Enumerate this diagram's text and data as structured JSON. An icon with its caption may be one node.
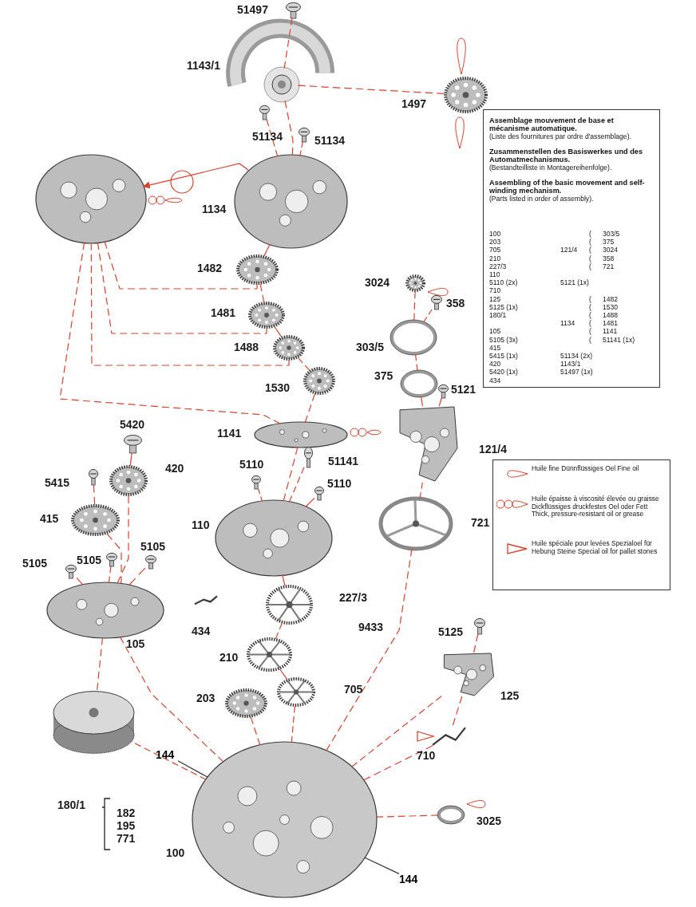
{
  "diagram": {
    "nodes": [
      {
        "text": [],
        "shape": "picture",
        "beside": [
          "51497"
        ]
      },
      {
        "text": [],
        "shape": "picture",
        "beside": [
          "1143/1"
        ]
      },
      {
        "text": [],
        "shape": "picture",
        "beside": [
          "1497"
        ]
      },
      {
        "text": [],
        "shape": "picture",
        "beside": [
          "51134"
        ]
      },
      {
        "text": [],
        "shape": "picture",
        "beside": [
          "51134"
        ]
      },
      {
        "text": [],
        "shape": "picture"
      },
      {
        "text": [],
        "shape": "picture",
        "beside": [
          "1134"
        ]
      },
      {
        "text": [],
        "shape": "picture",
        "beside": [
          "1482"
        ]
      },
      {
        "text": [],
        "shape": "picture",
        "beside": [
          "1481"
        ]
      },
      {
        "text": [],
        "shape": "picture",
        "beside": [
          "1488"
        ]
      },
      {
        "text": [],
        "shape": "picture",
        "beside": [
          "1530"
        ]
      },
      {
        "text": [],
        "shape": "picture",
        "beside": [
          "1141"
        ]
      },
      {
        "text": [],
        "shape": "picture",
        "beside": [
          "51141"
        ]
      },
      {
        "text": [],
        "shape": "picture",
        "beside": [
          "3024"
        ]
      },
      {
        "text": [],
        "shape": "picture",
        "beside": [
          "358"
        ]
      },
      {
        "text": [],
        "shape": "picture",
        "beside": [
          "303/5"
        ]
      },
      {
        "text": [],
        "shape": "picture",
        "beside": [
          "375"
        ]
      },
      {
        "text": [],
        "shape": "picture",
        "beside": [
          "5121"
        ]
      },
      {
        "text": [],
        "shape": "picture",
        "beside": [
          "121/4"
        ]
      },
      {
        "text": [],
        "shape": "picture",
        "beside": [
          "5420"
        ]
      },
      {
        "text": [],
        "shape": "picture",
        "beside": [
          "420"
        ]
      },
      {
        "text": [],
        "shape": "picture",
        "beside": [
          "5415"
        ]
      },
      {
        "text": [],
        "shape": "picture",
        "beside": [
          "415"
        ]
      },
      {
        "text": [],
        "shape": "picture",
        "beside": [
          "5110"
        ]
      },
      {
        "text": [],
        "shape": "picture",
        "beside": [
          "5110"
        ]
      },
      {
        "text": [],
        "shape": "picture",
        "beside": [
          "110"
        ]
      },
      {
        "text": [],
        "shape": "picture",
        "beside": [
          "5105"
        ]
      },
      {
        "text": [],
        "shape": "picture",
        "beside": [
          "5105"
        ]
      },
      {
        "text": [],
        "shape": "picture",
        "beside": [
          "5105"
        ]
      },
      {
        "text": [],
        "shape": "picture",
        "beside": [
          "105"
        ]
      },
      {
        "text": [],
        "shape": "picture",
        "beside": [
          "434"
        ]
      },
      {
        "text": [],
        "shape": "picture",
        "beside": [
          "227/3"
        ]
      },
      {
        "text": [],
        "shape": "picture",
        "beside": [
          "210"
        ]
      },
      {
        "text": [],
        "shape": "picture",
        "beside": [
          "203"
        ]
      },
      {
        "text": [],
        "shape": "picture",
        "beside": [
          "705"
        ]
      },
      {
        "text": [],
        "shape": "picture",
        "beside": [
          "721"
        ]
      },
      {
        "text": [],
        "shape": "picture"
      },
      {
        "text": [],
        "shape": "picture",
        "beside": [
          "5125"
        ]
      },
      {
        "text": [],
        "shape": "picture",
        "beside": [
          "125"
        ]
      },
      {
        "text": [],
        "shape": "picture",
        "beside": [
          "710"
        ]
      },
      {
        "text": [],
        "shape": "picture",
        "beside": [
          "100"
        ]
      },
      {
        "text": [],
        "shape": "picture",
        "beside": [
          "3025"
        ]
      },
      {
        "text": [
          "144"
        ]
      },
      {
        "text": [
          "144"
        ]
      },
      {
        "text": [
          "Assemblage mouvement de base et mécanisme automatique.",
          "(Liste des fournitures par ordre d'assemblage).",
          "Zusammenstellen des Basiswerkes und des Automatmechanismus.",
          "(Bestandteilliste in Montagereihenfolge).",
          "Assembling of the basic movement and self-winding mechanism.",
          "(Parts listed in order of assembly)."
        ]
      }
    ],
    "edges": [
      {
        "from": 0,
        "to": 1,
        "arrow": "none",
        "style": "dashed"
      },
      {
        "from": 1,
        "to": 6,
        "arrow": "none",
        "style": "dashed"
      },
      {
        "from": 1,
        "to": 2,
        "arrow": "none",
        "style": "dashed"
      },
      {
        "from": 3,
        "to": 6,
        "arrow": "none",
        "style": "dashed"
      },
      {
        "from": 4,
        "to": 6,
        "arrow": "none",
        "style": "dashed"
      },
      {
        "from": 6,
        "to": 5,
        "arrow": "to"
      },
      {
        "from": 5,
        "to": 7,
        "arrow": "none",
        "style": "dashed"
      },
      {
        "from": 5,
        "to": 8,
        "arrow": "none",
        "style": "dashed"
      },
      {
        "from": 5,
        "to": 9,
        "arrow": "none",
        "style": "dashed"
      },
      {
        "from": 5,
        "to": 11,
        "arrow": "none",
        "style": "dashed"
      },
      {
        "from": 6,
        "to": 7,
        "arrow": "none",
        "style": "dashed"
      },
      {
        "from": 7,
        "to": 8,
        "arrow": "none",
        "style": "dashed"
      },
      {
        "from": 8,
        "to": 9,
        "arrow": "none",
        "style": "dashed"
      },
      {
        "from": 9,
        "to": 10,
        "arrow": "none",
        "style": "dashed"
      },
      {
        "from": 10,
        "to": 11,
        "arrow": "none",
        "style": "dashed"
      },
      {
        "from": 11,
        "to": 25,
        "arrow": "none",
        "style": "dashed"
      },
      {
        "from": 12,
        "to": 25,
        "arrow": "none",
        "style": "dashed"
      },
      {
        "from": 23,
        "to": 25,
        "arrow": "none",
        "style": "dashed"
      },
      {
        "from": 24,
        "to": 25,
        "arrow": "none",
        "style": "dashed"
      },
      {
        "from": 25,
        "to": 31,
        "arrow": "none",
        "style": "dashed"
      },
      {
        "from": 31,
        "to": 32,
        "arrow": "none",
        "style": "dashed"
      },
      {
        "from": 32,
        "to": 34,
        "arrow": "none",
        "style": "dashed"
      },
      {
        "from": 33,
        "to": 40,
        "arrow": "none",
        "style": "dashed"
      },
      {
        "from": 34,
        "to": 40,
        "arrow": "none",
        "style": "dashed"
      },
      {
        "from": 13,
        "to": 15,
        "arrow": "none",
        "style": "dashed"
      },
      {
        "from": 14,
        "to": 15,
        "arrow": "none",
        "style": "dashed"
      },
      {
        "from": 15,
        "to": 16,
        "arrow": "none",
        "style": "dashed"
      },
      {
        "from": 16,
        "to": 18,
        "arrow": "none",
        "style": "dashed"
      },
      {
        "from": 17,
        "to": 18,
        "arrow": "none",
        "style": "dashed"
      },
      {
        "from": 18,
        "to": 35,
        "arrow": "none",
        "style": "dashed"
      },
      {
        "from": 35,
        "to": 40,
        "arrow": "none",
        "style": "dashed"
      },
      {
        "from": 19,
        "to": 20,
        "arrow": "none",
        "style": "dashed"
      },
      {
        "from": 20,
        "to": 29,
        "arrow": "none",
        "style": "dashed"
      },
      {
        "from": 21,
        "to": 22,
        "arrow": "none",
        "style": "dashed"
      },
      {
        "from": 22,
        "to": 29,
        "arrow": "none",
        "style": "dashed"
      },
      {
        "from": 26,
        "to": 29,
        "arrow": "none",
        "style": "dashed"
      },
      {
        "from": 27,
        "to": 29,
        "arrow": "none",
        "style": "dashed"
      },
      {
        "from": 28,
        "to": 29,
        "arrow": "none",
        "style": "dashed"
      },
      {
        "from": 29,
        "to": 36,
        "arrow": "none",
        "style": "dashed"
      },
      {
        "from": 36,
        "to": 40,
        "arrow": "none",
        "style": "dashed"
      },
      {
        "from": 29,
        "to": 40,
        "arrow": "none",
        "style": "dashed"
      },
      {
        "from": 37,
        "to": 38,
        "arrow": "none",
        "style": "dashed"
      },
      {
        "from": 38,
        "to": 39,
        "arrow": "none",
        "style": "dashed"
      },
      {
        "from": 38,
        "to": 40,
        "arrow": "none",
        "style": "dashed"
      },
      {
        "from": 39,
        "to": 40,
        "arrow": "none",
        "style": "dashed"
      },
      {
        "from": 41,
        "to": 40,
        "arrow": "none",
        "style": "dashed"
      },
      {
        "from": 42,
        "to": 40,
        "arrow": "none",
        "color": "#333333"
      },
      {
        "from": 43,
        "to": 40,
        "arrow": "none",
        "color": "#333333"
      }
    ],
    "labels": [
      "9433",
      "180/1",
      "182",
      "195",
      "771",
      "100",
      "(",
      "303/5",
      "203",
      "(",
      "375",
      "705",
      "121/4",
      "(",
      "3024",
      "210",
      "(",
      "358",
      "227/3",
      "(",
      "721",
      "110",
      "5110 (2x)",
      "5121 (1x)",
      "710",
      "125",
      "(",
      "1482",
      "5125 (1x)",
      "(",
      "1530",
      "180/1",
      "(",
      "1488",
      "1134",
      "(",
      "1481",
      "105",
      "(",
      "1141",
      "5105 (3x)",
      "(",
      "51141 (1x)",
      "415",
      "5415 (1x)",
      "51134 (2x)",
      "420",
      "1143/1",
      "5420 (1x)",
      "51497 (1x)",
      "434"
    ],
    "legend": [
      {
        "text": "Huile fine Dünnflüssiges Oel Fine oil"
      },
      {
        "text": "Huile épaisse à viscosité élevée ou graisse Dickflüssiges druckfestes Oel oder Fett Thick, pressure-resistant oil or grease"
      },
      {
        "text": "Huile spéciale pour levées Spezialoel für Hebung Steine Special oil for pallet stones"
      }
    ]
  }
}
